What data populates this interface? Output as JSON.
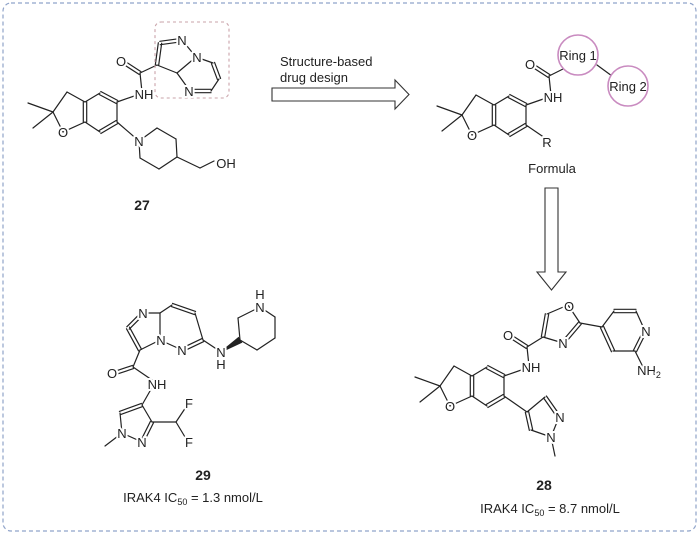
{
  "arrows": {
    "design_label_line1": "Structure-based",
    "design_label_line2": "drug design"
  },
  "compound_27": {
    "label": "27",
    "atoms": {
      "o_furan": "O",
      "nh": "NH",
      "o_carbonyl": "O",
      "n1": "N",
      "n_bridge": "N",
      "n_pyrimidine": "N",
      "n_piperidine": "N",
      "oh": "OH"
    }
  },
  "formula": {
    "label": "Formula",
    "ring1": "Ring 1",
    "ring2": "Ring 2",
    "atoms": {
      "o_furan": "O",
      "nh": "NH",
      "o_carbonyl": "O",
      "r": "R"
    }
  },
  "compound_28": {
    "label": "28",
    "activity_prefix": "IRAK4 IC",
    "activity_sub": "50",
    "activity_value": " = 8.7 nmol/L",
    "atoms": {
      "o_furan": "O",
      "nh": "NH",
      "o_carbonyl": "O",
      "o_oxazole": "O",
      "n_oxazole": "N",
      "n_pyridine": "N",
      "nh2": "NH",
      "nh2_sub": "2",
      "n_pyrazole_2": "N",
      "n_pyrazole_1": "N"
    }
  },
  "compound_29": {
    "label": "29",
    "activity_prefix": "IRAK4 IC",
    "activity_sub": "50",
    "activity_value": " = 1.3 nmol/L",
    "atoms": {
      "n_imidazole": "N",
      "n_bridge": "N",
      "n_pyridazine": "N",
      "n_amine": "N",
      "h_amine": "H",
      "n_piperidine": "N",
      "h_piperidine": "H",
      "o_carbonyl": "O",
      "nh": "NH",
      "n_pyrazole_1": "N",
      "n_pyrazole_2": "N",
      "f1": "F",
      "f2": "F"
    }
  },
  "colors": {
    "border": "#8fa3c9",
    "ring_highlight": "#c98bc0",
    "box_highlight": "#c9a3aa"
  }
}
